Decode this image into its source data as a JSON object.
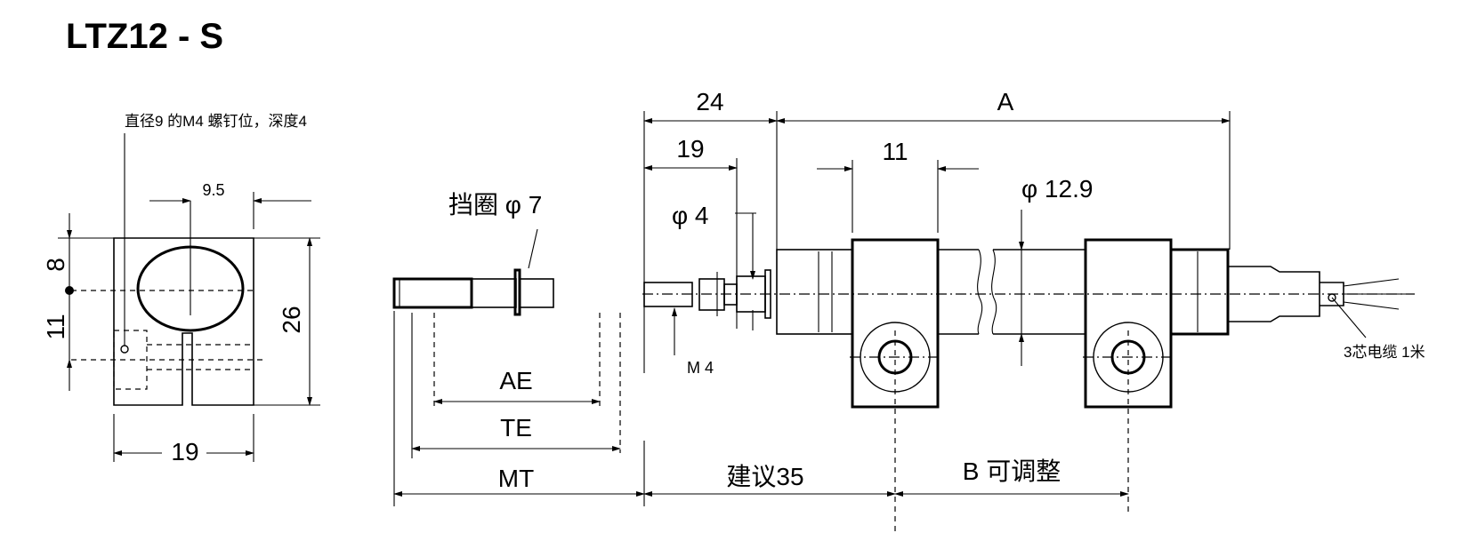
{
  "title": "LTZ12 - S",
  "end_view": {
    "note": "直径9 的M4 螺钉位，深度4",
    "dim_9_5": "9.5",
    "dim_8": "8",
    "dim_11": "11",
    "dim_26": "26",
    "dim_19": "19"
  },
  "plunger": {
    "retainer_label": "挡圈 φ 7",
    "dim_AE": "AE",
    "dim_TE": "TE",
    "dim_MT": "MT"
  },
  "body": {
    "dim_24": "24",
    "dim_A": "A",
    "dim_19": "19",
    "dim_11": "11",
    "phi_4": "φ 4",
    "phi_12_9": "φ 12.9",
    "thread_M4": "M 4",
    "cable_note": "3芯电缆 1米",
    "dim_suggest": "建议35",
    "dim_B": "B 可调整"
  }
}
